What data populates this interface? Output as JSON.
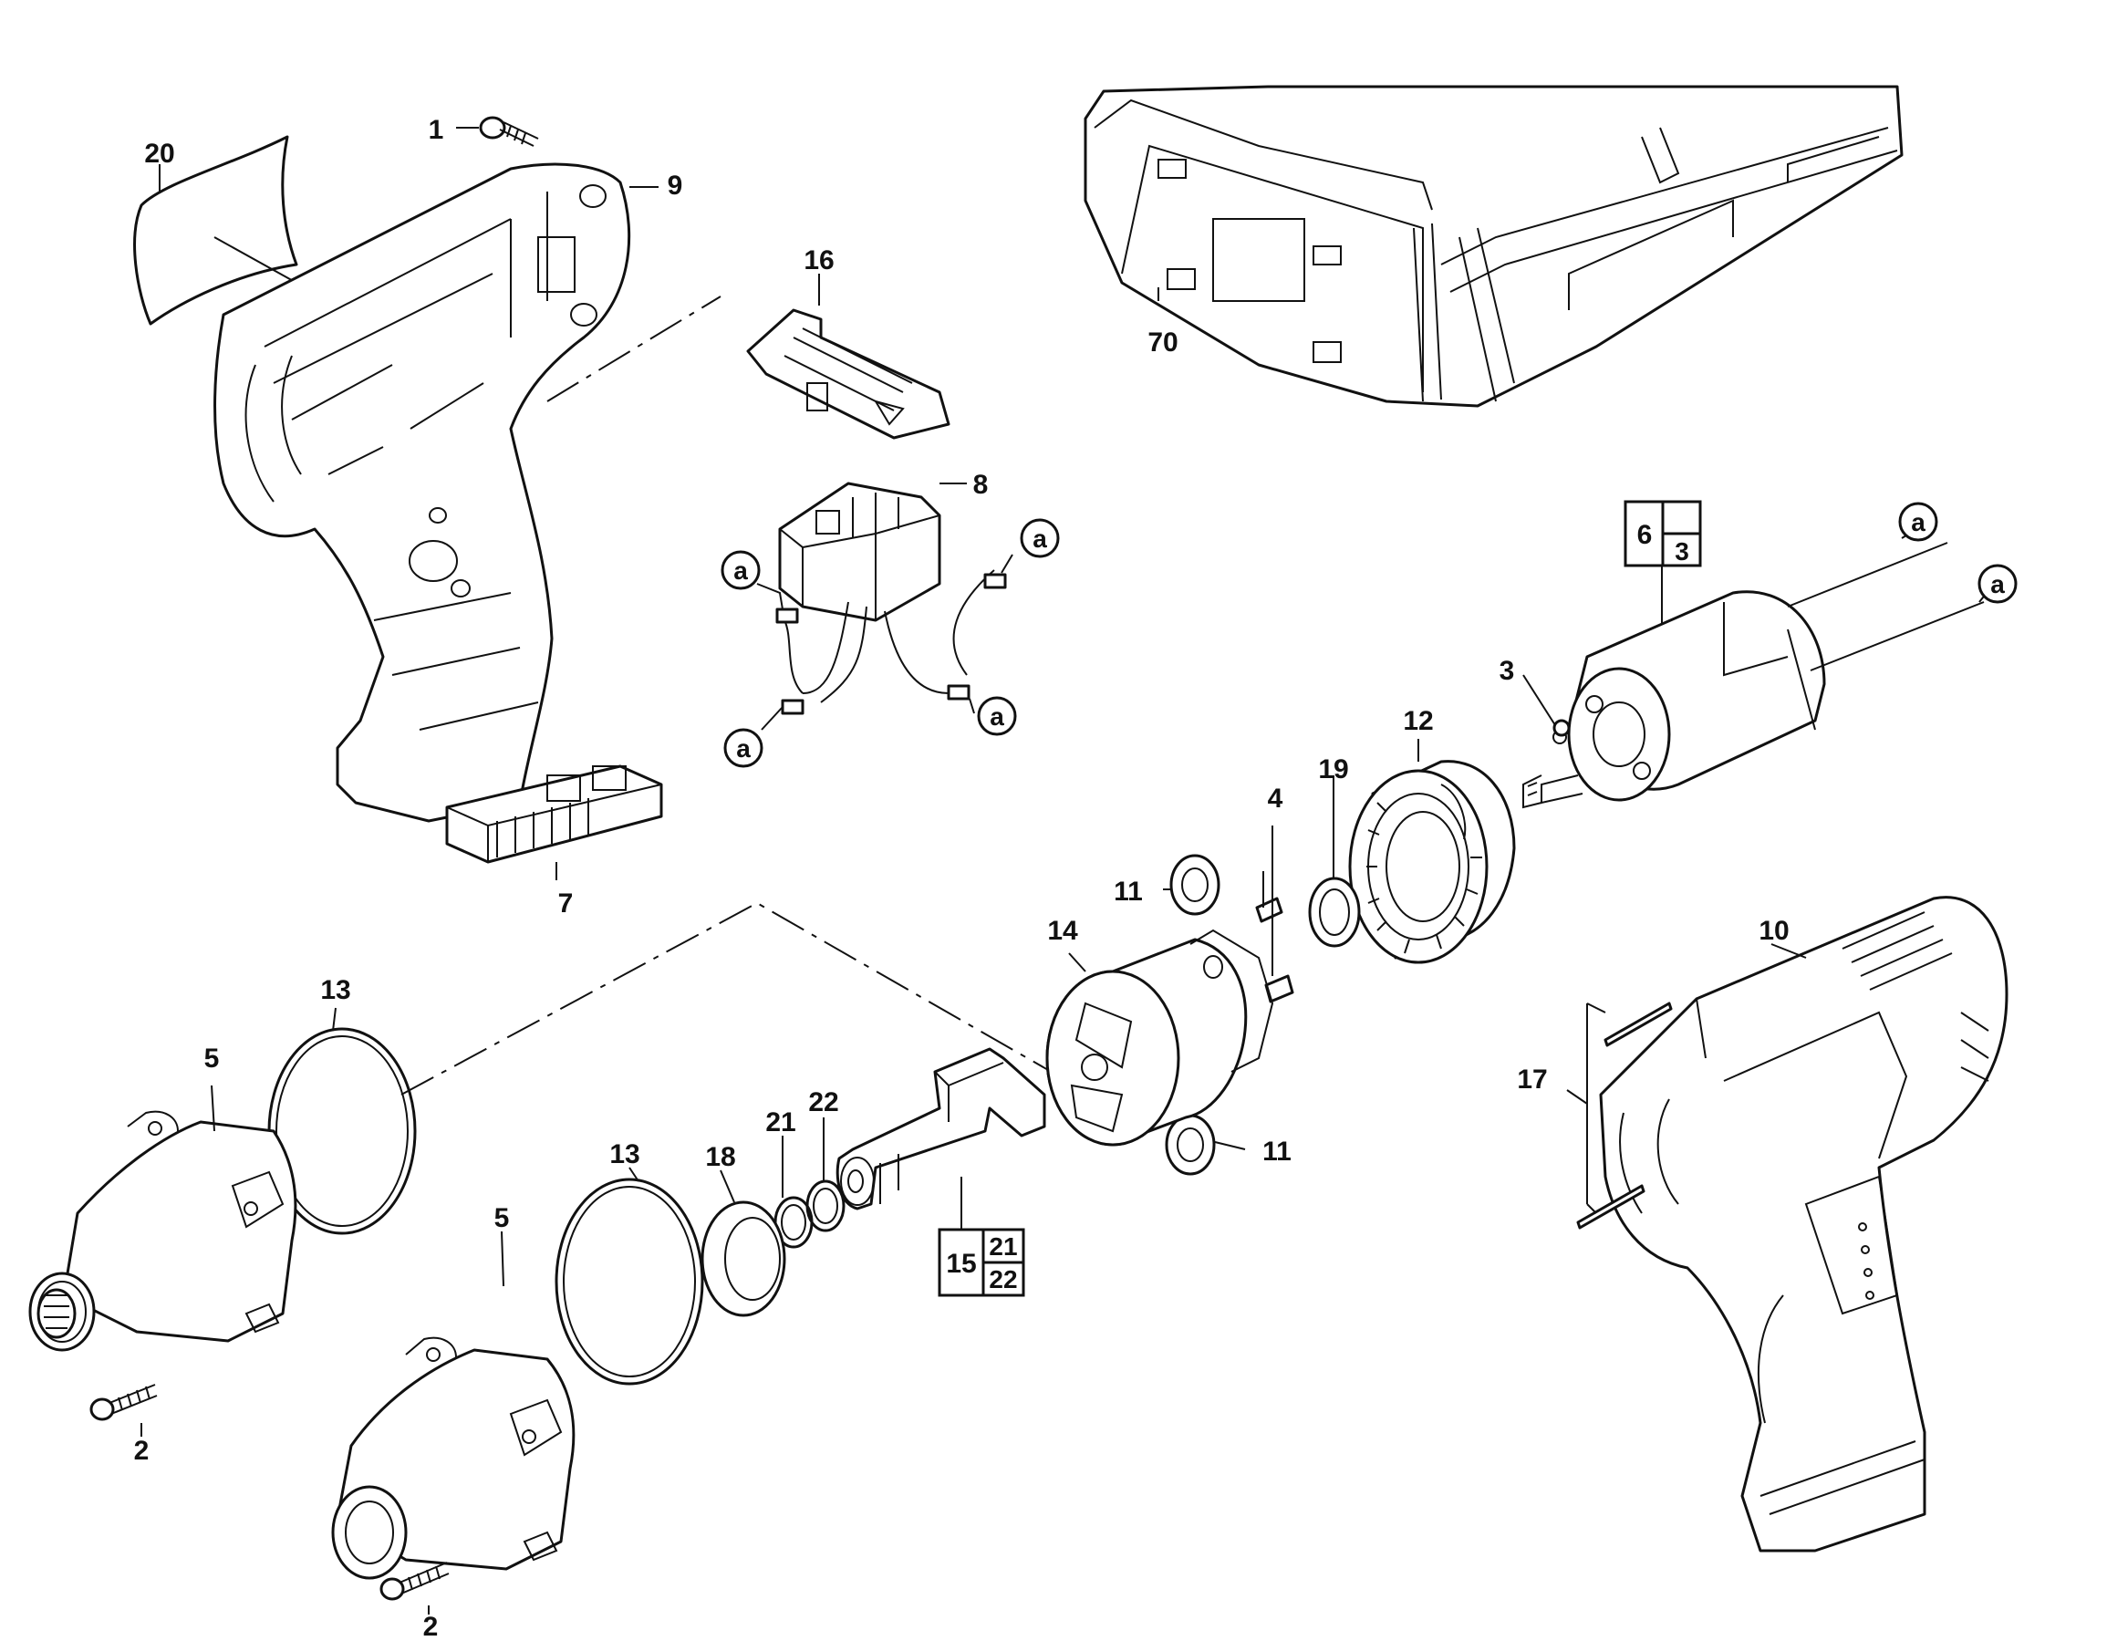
{
  "callouts": {
    "p1": "1",
    "p2a": "2",
    "p2b": "2",
    "p3": "3",
    "p4": "4",
    "p5a": "5",
    "p5b": "5",
    "p7": "7",
    "p8": "8",
    "p9": "9",
    "p10": "10",
    "p11a": "11",
    "p11b": "11",
    "p12": "12",
    "p13a": "13",
    "p13b": "13",
    "p14": "14",
    "p16": "16",
    "p17": "17",
    "p18": "18",
    "p19": "19",
    "p20": "20",
    "p21": "21",
    "p22": "22",
    "p70": "70"
  },
  "connector_marks": {
    "a1": "a",
    "a2": "a",
    "a3": "a",
    "a4": "a",
    "a5": "a",
    "a6": "a"
  },
  "groups": {
    "motor": {
      "main": "6",
      "sub_top": "",
      "sub_bottom": "3"
    },
    "spindle": {
      "main": "15",
      "sub_top": "21",
      "sub_bottom": "22"
    }
  }
}
